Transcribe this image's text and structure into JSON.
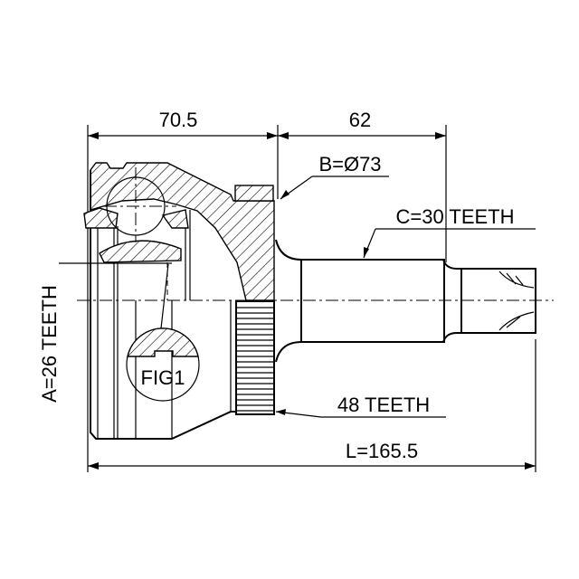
{
  "dimensions": {
    "inner_length": "70.5",
    "outer_length": "62",
    "total_length": "L=165.5"
  },
  "callouts": {
    "abs_ring_diameter": "B=Ø73",
    "outer_spline": "C=30 TEETH",
    "abs_teeth": "48 TEETH",
    "inner_spline": "A=26 TEETH",
    "detail_label": "FIG1"
  }
}
